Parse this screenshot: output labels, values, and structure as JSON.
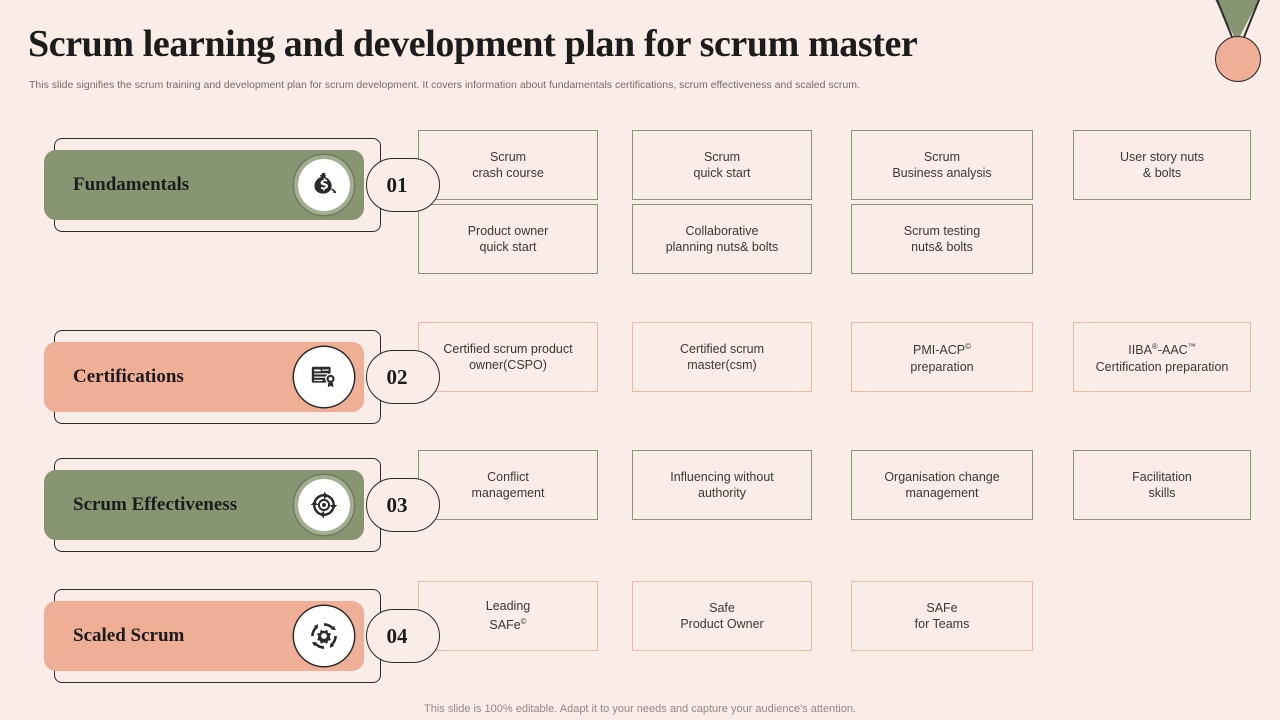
{
  "header": {
    "title": "Scrum learning and development plan for scrum master",
    "subtitle": "This slide signifies the scrum training and development plan for scrum development. It covers information about fundamentals certifications, scrum effectiveness and scaled scrum."
  },
  "colors": {
    "background": "#FAEDE7",
    "green": "#879573",
    "salmon": "#EFAE96",
    "olive_border": "#8C9477",
    "peach_border": "#EEB7A2",
    "text_dark": "#1C1C1C"
  },
  "decoration": {
    "medal_icon": "medal-icon"
  },
  "rows": [
    {
      "number": "01",
      "label": "Fundamentals",
      "theme": "green",
      "icon": "money-bag-icon",
      "cards_top": [
        "Scrum\ncrash course",
        "Scrum\nquick start",
        "Scrum\nBusiness analysis",
        "User story nuts\n& bolts"
      ],
      "cards_bottom": [
        "Product owner\nquick start",
        "Collaborative\nplanning nuts& bolts",
        "Scrum testing\nnuts& bolts"
      ]
    },
    {
      "number": "02",
      "label": "Certifications",
      "theme": "salmon",
      "icon": "certificate-icon",
      "cards_top": [
        "Certified scrum product\nowner(CSPO)",
        "Certified scrum\nmaster(csm)",
        "PMI-ACP©\npreparation",
        "IIBA®-AAC™\nCertification preparation"
      ],
      "cards_bottom": []
    },
    {
      "number": "03",
      "label": "Scrum Effectiveness",
      "theme": "green",
      "icon": "target-cycle-icon",
      "cards_top": [
        "Conflict\nmanagement",
        "Influencing without\nauthority",
        "Organisation change\nmanagement",
        "Facilitation\nskills"
      ],
      "cards_bottom": []
    },
    {
      "number": "04",
      "label": "Scaled Scrum",
      "theme": "salmon",
      "icon": "gear-cycle-icon",
      "cards_top": [
        "Leading\nSAFe©",
        "Safe\nProduct Owner",
        "SAFe\nfor Teams"
      ],
      "cards_bottom": []
    }
  ],
  "footer": {
    "note": "This slide is 100% editable. Adapt it to your needs and capture your audience's attention."
  }
}
